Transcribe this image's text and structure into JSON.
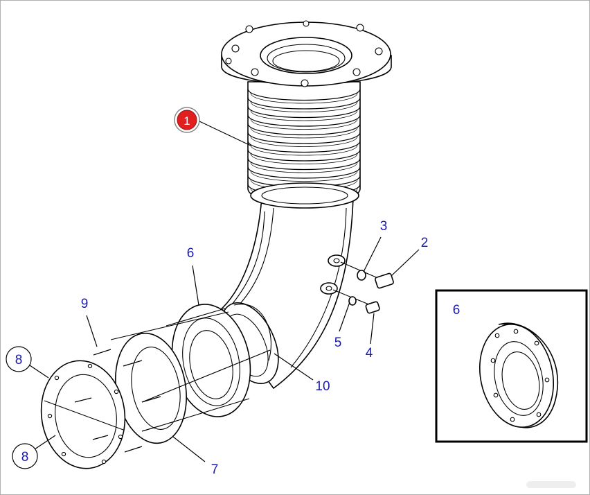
{
  "callouts": {
    "part_1": "1",
    "part_2": "2",
    "part_3": "3",
    "part_4": "4",
    "part_5": "5",
    "part_6": "6",
    "part_6_inset": "6",
    "part_7": "7",
    "part_8_top": "8",
    "part_8_bottom": "8",
    "part_9": "9",
    "part_10": "10"
  },
  "colors": {
    "callout_text": "#1a1ab0",
    "highlight_badge": "#e02020",
    "line": "#000000",
    "background": "#ffffff"
  }
}
